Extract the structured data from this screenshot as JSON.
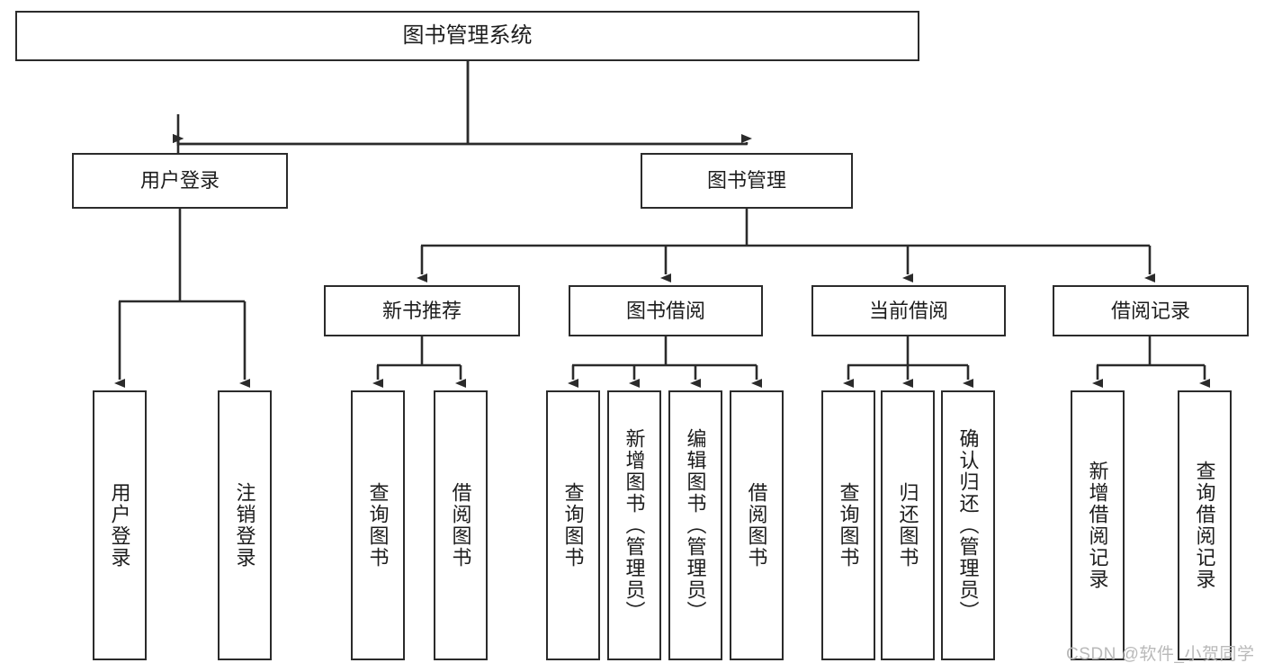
{
  "diagram": {
    "title": "图书管理系统",
    "type": "tree-hierarchy",
    "orientation": "top-down",
    "colors": {
      "background": "#ffffff",
      "node_border": "#2b2b2b",
      "node_fill": "#ffffff",
      "text": "#1d1d1d",
      "edge": "#2b2b2b",
      "watermark": "#b9b9b9"
    },
    "watermark": "CSDN @软件_小贺同学"
  },
  "nodes": {
    "root": {
      "label": "图书管理系统"
    },
    "level2": [
      {
        "id": "user-login",
        "label": "用户登录"
      },
      {
        "id": "book-manage",
        "label": "图书管理"
      }
    ],
    "level3": [
      {
        "id": "new-book-recommend",
        "label": "新书推荐"
      },
      {
        "id": "book-borrow",
        "label": "图书借阅"
      },
      {
        "id": "current-borrow",
        "label": "当前借阅"
      },
      {
        "id": "borrow-record",
        "label": "借阅记录"
      }
    ],
    "leaves": [
      {
        "id": "leaf-user-login",
        "label": "用户登录",
        "parent": "user-login"
      },
      {
        "id": "leaf-logout",
        "label": "注销登录",
        "parent": "user-login"
      },
      {
        "id": "leaf-query-book-1",
        "label": "查询图书",
        "parent": "new-book-recommend"
      },
      {
        "id": "leaf-borrow-book-1",
        "label": "借阅图书",
        "parent": "new-book-recommend"
      },
      {
        "id": "leaf-query-book-2",
        "label": "查询图书",
        "parent": "book-borrow"
      },
      {
        "id": "leaf-add-book",
        "label": "新增图书（管理员）",
        "parent": "book-borrow"
      },
      {
        "id": "leaf-edit-book",
        "label": "编辑图书（管理员）",
        "parent": "book-borrow"
      },
      {
        "id": "leaf-borrow-book-2",
        "label": "借阅图书",
        "parent": "book-borrow"
      },
      {
        "id": "leaf-query-book-3",
        "label": "查询图书",
        "parent": "current-borrow"
      },
      {
        "id": "leaf-return-book",
        "label": "归还图书",
        "parent": "current-borrow"
      },
      {
        "id": "leaf-confirm-return",
        "label": "确认归还（管理员）",
        "parent": "current-borrow"
      },
      {
        "id": "leaf-add-record",
        "label": "新增借阅记录",
        "parent": "borrow-record"
      },
      {
        "id": "leaf-query-record",
        "label": "查询借阅记录",
        "parent": "borrow-record"
      }
    ]
  }
}
